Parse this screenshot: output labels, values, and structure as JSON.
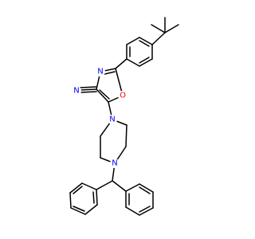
{
  "molecule": {
    "atoms": {
      "n_oxazole": {
        "symbol": "N",
        "color": "#0000ff"
      },
      "o_oxazole": {
        "symbol": "O",
        "color": "#ff0000"
      },
      "n_nitrile": {
        "symbol": "N",
        "color": "#0000ff"
      },
      "n_pip_top": {
        "symbol": "N",
        "color": "#0000ff"
      },
      "n_pip_bottom": {
        "symbol": "N",
        "color": "#0000ff"
      }
    }
  }
}
